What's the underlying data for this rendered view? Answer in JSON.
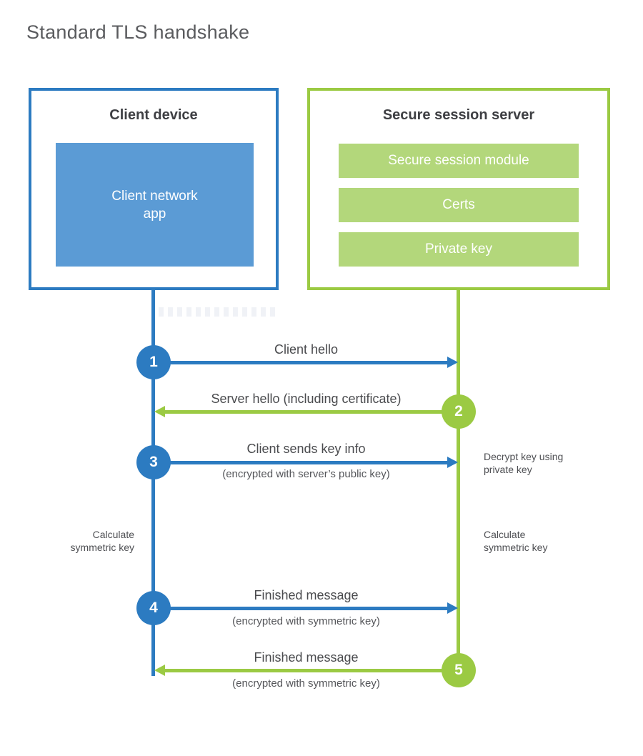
{
  "title": "Standard TLS handshake",
  "colors": {
    "blue_primary": "#2C7BC1",
    "blue_fill": "#5B9BD5",
    "green_primary": "#9BCA43",
    "green_fill": "#B3D77B",
    "title_text": "#5a5b5e",
    "header_text": "#3e3f43",
    "label_text": "#4a4b4e",
    "white_text": "#ffffff"
  },
  "actors": {
    "client": {
      "header": "Client device",
      "app_label": "Client network\napp"
    },
    "server": {
      "header": "Secure session server",
      "modules": [
        "Secure session module",
        "Certs",
        "Private key"
      ]
    }
  },
  "messages": [
    {
      "step": "1",
      "direction": "client-to-server",
      "color": "blue",
      "label": "Client hello",
      "sublabel": ""
    },
    {
      "step": "2",
      "direction": "server-to-client",
      "color": "green",
      "label": "Server hello (including certificate)",
      "sublabel": ""
    },
    {
      "step": "3",
      "direction": "client-to-server",
      "color": "blue",
      "label": "Client sends key info",
      "sublabel": "(encrypted with server’s public key)"
    },
    {
      "step": "4",
      "direction": "client-to-server",
      "color": "blue",
      "label": "Finished message",
      "sublabel": "(encrypted with symmetric key)"
    },
    {
      "step": "5",
      "direction": "server-to-client",
      "color": "green",
      "label": "Finished message",
      "sublabel": "(encrypted with symmetric key)"
    }
  ],
  "notes": {
    "decrypt": "Decrypt key using\nprivate key",
    "calc_left": "Calculate\nsymmetric key",
    "calc_right": "Calculate\nsymmetric key"
  }
}
